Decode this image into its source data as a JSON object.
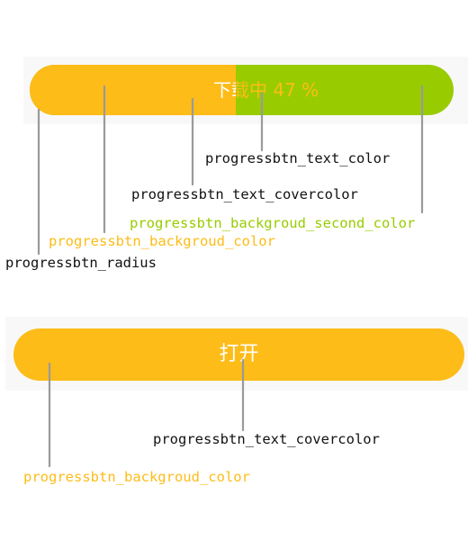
{
  "section1": {
    "button_text_cover": "下载中",
    "button_text_base": "47 %",
    "progress_percent": 47,
    "colors": {
      "background": "#fdbc18",
      "second": "#98cc00",
      "text": "#fdbc18",
      "cover_text": "#ffffff"
    },
    "labels": {
      "text_color": "progressbtn_text_color",
      "text_covercolor": "progressbtn_text_covercolor",
      "second_color": "progressbtn_backgroud_second_color",
      "backgroud_color": "progressbtn_backgroud_color",
      "radius": "progressbtn_radius"
    }
  },
  "section2": {
    "button_text": "打开",
    "labels": {
      "text_covercolor": "progressbtn_text_covercolor",
      "backgroud_color": "progressbtn_backgroud_color"
    }
  }
}
